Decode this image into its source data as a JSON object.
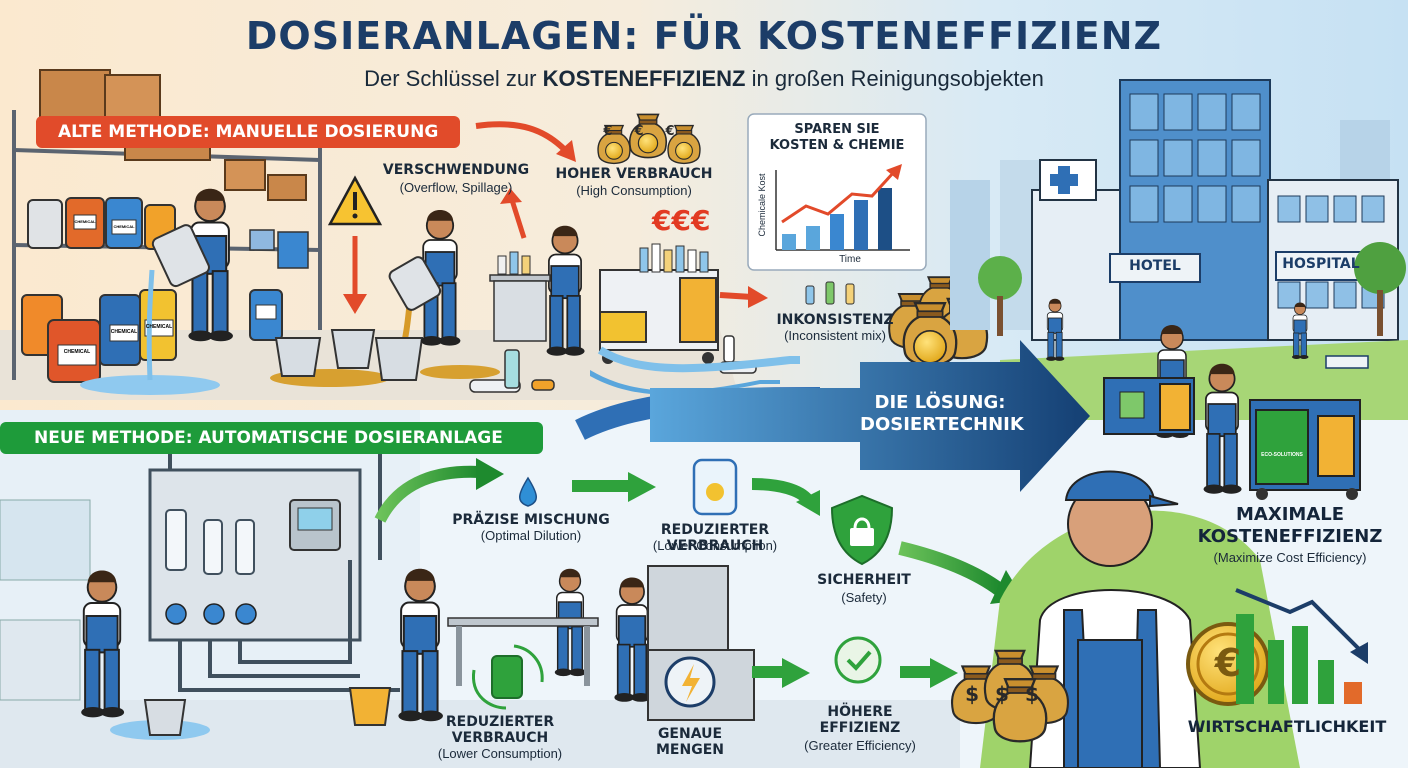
{
  "header": {
    "title": "DOSIERANLAGEN: FÜR KOSTENEFFIZIENZ",
    "subtitle_pre": "Der Schlüssel zur ",
    "subtitle_bold": "KOSTENEFFIZIENZ",
    "subtitle_post": " in großen Reinigungsobjekten"
  },
  "old_method": {
    "banner": "ALTE METHODE: MANUELLE DOSIERUNG",
    "waste_title": "VERSCHWENDUNG",
    "waste_sub": "(Overflow, Spillage)",
    "consumption_title": "HOHER VERBRAUCH",
    "consumption_sub": "(High Consumption)",
    "euro_text": "€€€",
    "inconsistency_title": "INKONSISTENZ",
    "inconsistency_sub": "(Inconsistent mix)",
    "canister_labels": [
      "CHEMICAL",
      "CHEMICAL",
      "CHEMICAL",
      "CHEMICAL",
      "CHEMICAL"
    ]
  },
  "savings_chart": {
    "title_line1": "SPAREN SIE",
    "title_line2": "KOSTEN & CHEMIE",
    "ylabel": "Chemicale Kost",
    "xlabel": "Time"
  },
  "city": {
    "hotel": "HOTEL",
    "hospital": "HOSPITAL"
  },
  "solution": {
    "line1": "DIE LÖSUNG:",
    "line2": "DOSIERTECHNIK"
  },
  "new_method": {
    "banner": "NEUE METHODE: AUTOMATISCHE DOSIERANLAGE",
    "precise_title": "PRÄZISE MISCHUNG",
    "precise_sub": "(Optimal Dilution)",
    "reduced_title": "REDUZIERTER VERBRAUCH",
    "reduced_sub": "(Lower Consumption)",
    "safety_title": "SICHERHEIT",
    "safety_sub": "(Safety)",
    "reduced2_line1": "REDUZIERTER",
    "reduced2_line2": "VERBRAUCH",
    "reduced2_sub": "(Lower Consumption)",
    "exact_line1": "GENAUE",
    "exact_line2": "MENGEN",
    "efficiency_line1": "HÖHERE",
    "efficiency_line2": "EFFIZIENZ",
    "efficiency_sub": "(Greater Efficiency)"
  },
  "outcome": {
    "max_line1": "MAXIMALE",
    "max_line2": "KOSTENEFFIZIENZ",
    "max_sub": "(Maximize Cost Efficiency)",
    "economy": "WIRTSCHAFTLICHKEIT",
    "cart_label": "ECO-SOLUTIONS"
  },
  "icons": {
    "euro": "euro-coin-icon",
    "dollar": "dollar-bag-icon",
    "water": "water-drop-icon",
    "lock": "lock-shield-icon",
    "lightning": "lightning-gauge-icon",
    "check": "check-cycle-icon",
    "warning": "warning-triangle-icon",
    "spray": "spray-bottle-icon"
  },
  "colors": {
    "old_banner": "#e14b2a",
    "new_banner": "#1e9b3a",
    "solution_arrow": "#1d4f86",
    "title": "#1c3d68",
    "euro_red": "#e23a22",
    "green": "#2fa23c"
  }
}
